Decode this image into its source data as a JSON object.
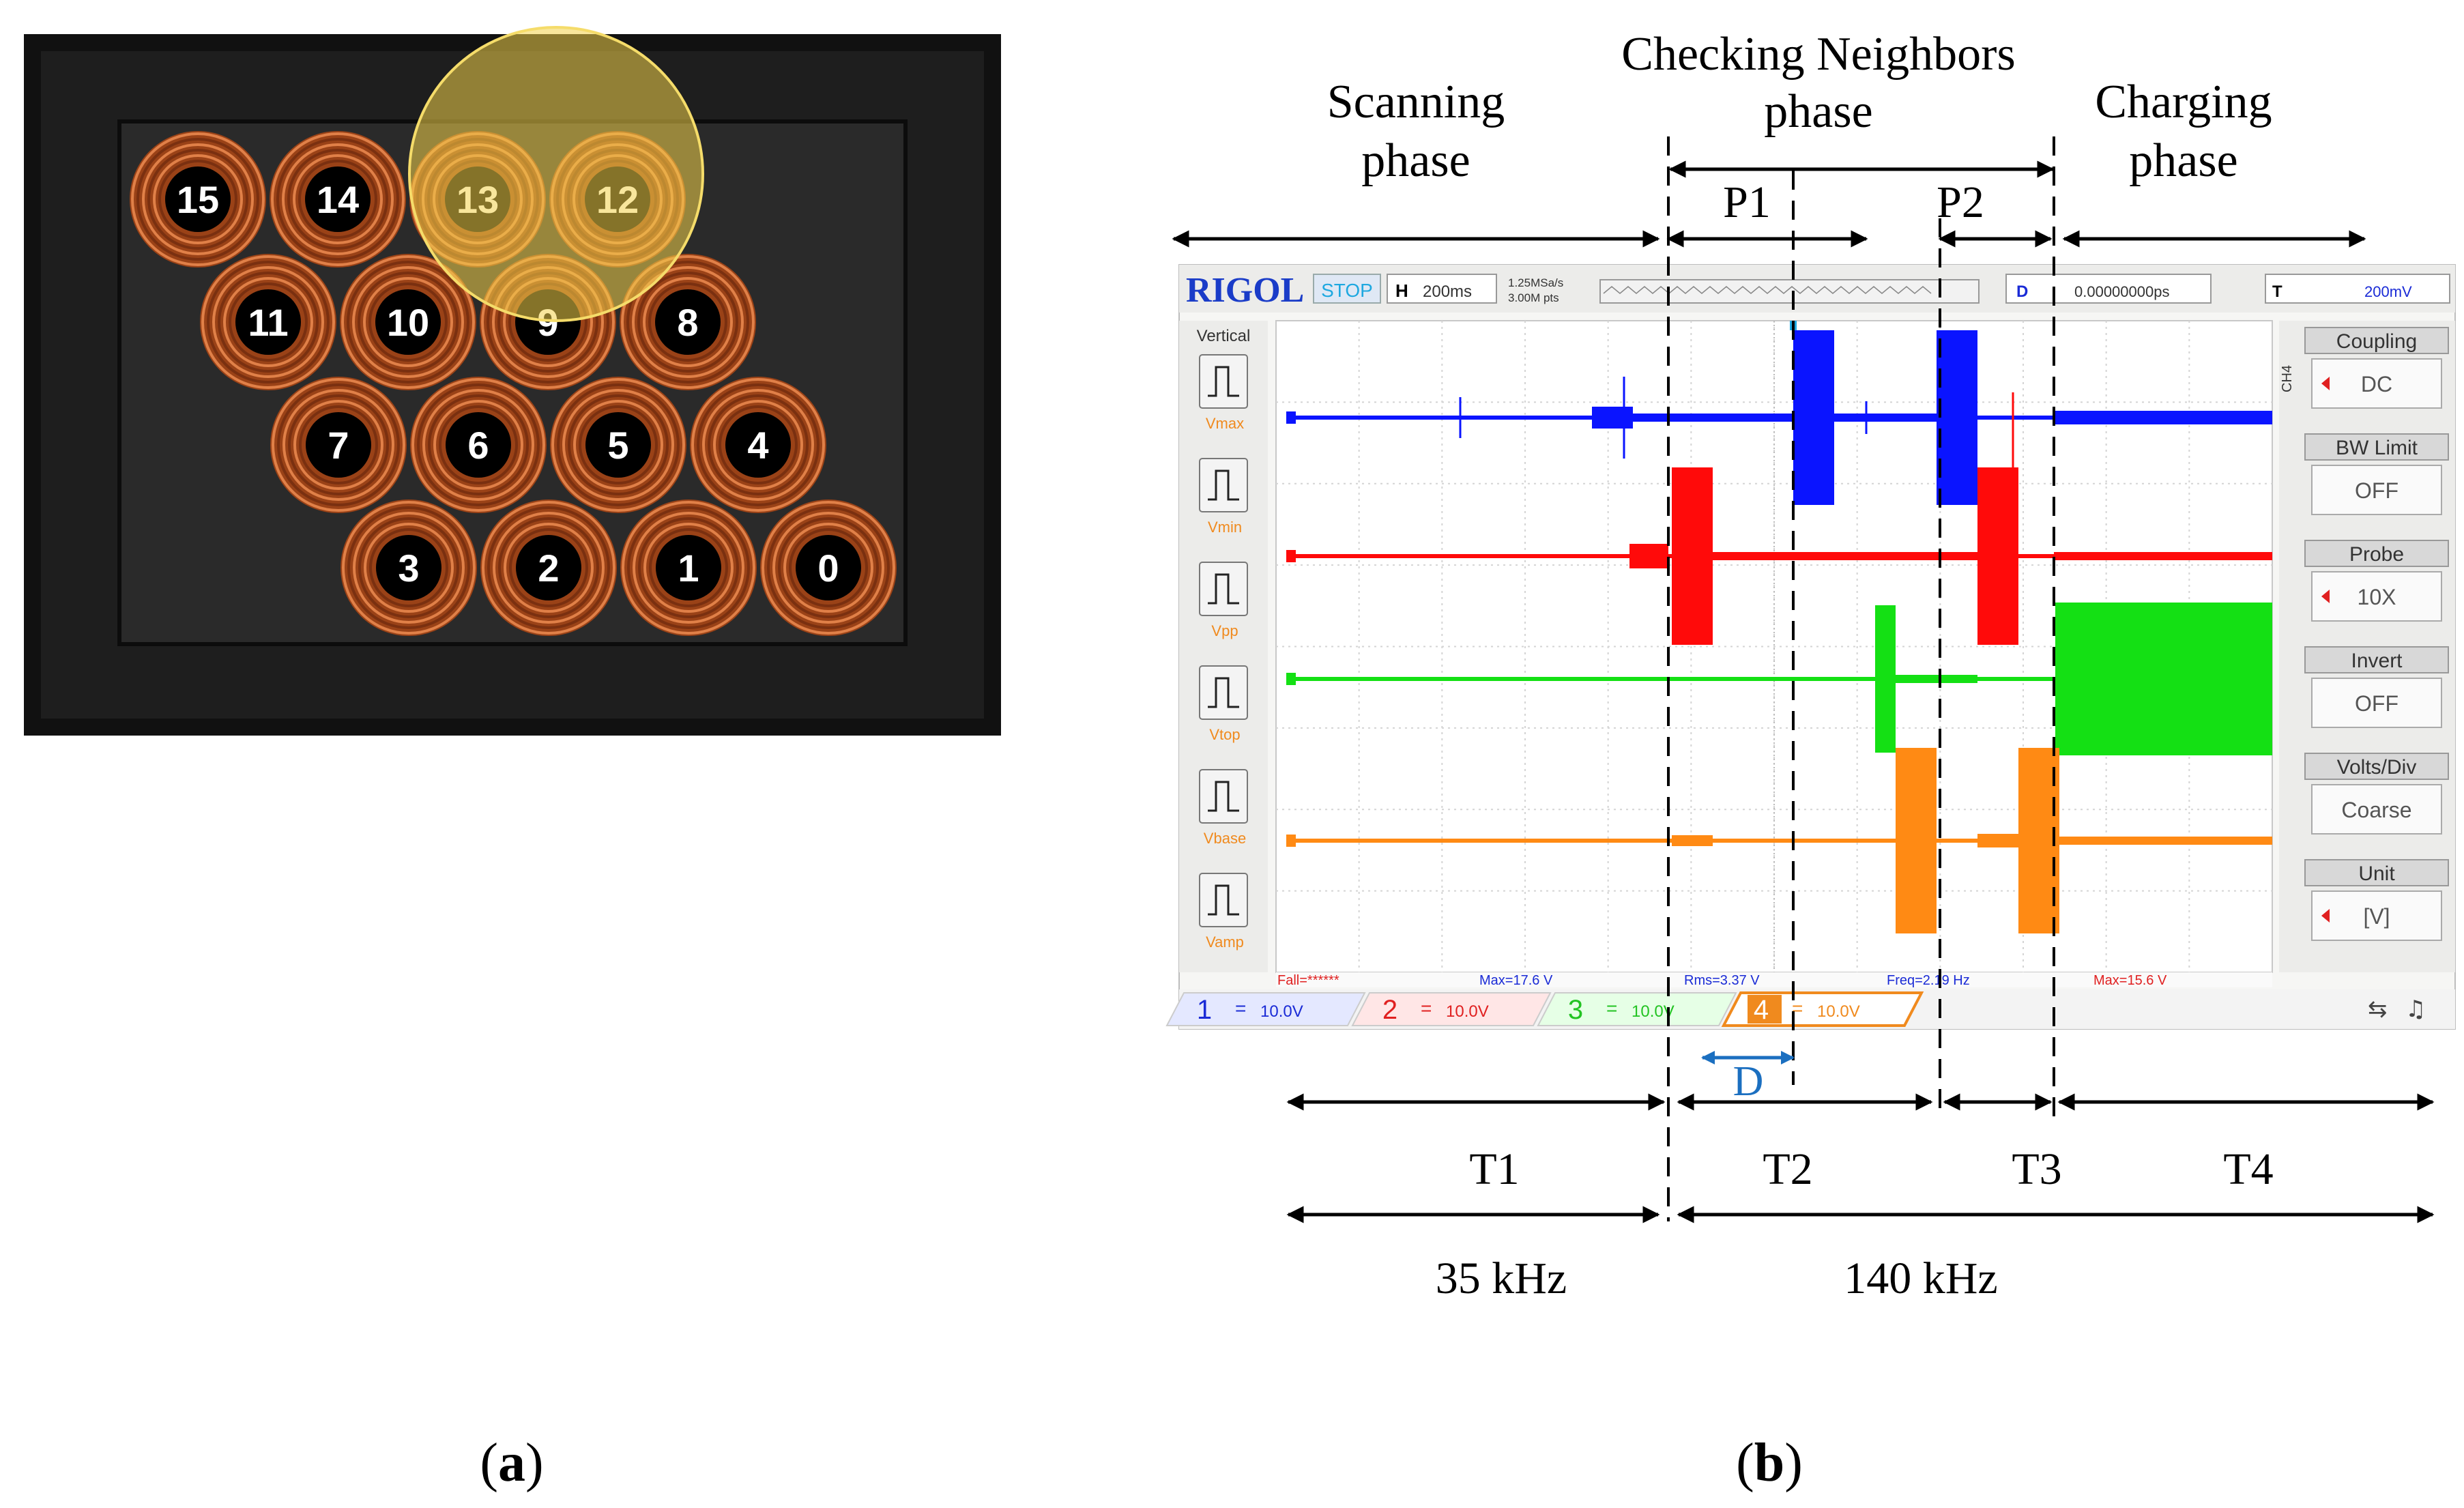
{
  "panel_a": {
    "coils": [
      {
        "label": "15",
        "row": 0,
        "col": 0
      },
      {
        "label": "14",
        "row": 0,
        "col": 1
      },
      {
        "label": "13",
        "row": 0,
        "col": 2
      },
      {
        "label": "12",
        "row": 0,
        "col": 3
      },
      {
        "label": "11",
        "row": 1,
        "col": 0
      },
      {
        "label": "10",
        "row": 1,
        "col": 1
      },
      {
        "label": "9",
        "row": 1,
        "col": 2
      },
      {
        "label": "8",
        "row": 1,
        "col": 3
      },
      {
        "label": "7",
        "row": 2,
        "col": 0
      },
      {
        "label": "6",
        "row": 2,
        "col": 1
      },
      {
        "label": "5",
        "row": 2,
        "col": 2
      },
      {
        "label": "4",
        "row": 2,
        "col": 3
      },
      {
        "label": "3",
        "row": 3,
        "col": 0
      },
      {
        "label": "2",
        "row": 3,
        "col": 1
      },
      {
        "label": "1",
        "row": 3,
        "col": 2
      },
      {
        "label": "0",
        "row": 3,
        "col": 3
      }
    ],
    "highlighted_coils": [
      "13",
      "12",
      "9"
    ],
    "colors": {
      "frame": "#141414",
      "board": "#2b2b2b",
      "coil": "#c8662d",
      "coil_dark": "#5a2a10",
      "highlight": "#f2d24a"
    }
  },
  "panel_b": {
    "phase_labels": {
      "scanning_1": "Scanning",
      "scanning_2": "phase",
      "checking_1": "Checking Neighbors",
      "checking_2": "phase",
      "charging_1": "Charging",
      "charging_2": "phase",
      "p1": "P1",
      "p2": "P2"
    },
    "bottom_labels": {
      "t1": "T1",
      "t2": "T2",
      "t3": "T3",
      "t4": "T4",
      "d": "D",
      "f1": "35 kHz",
      "f2": "140 kHz"
    },
    "scope": {
      "brand": "RIGOL",
      "status": "STOP",
      "h_mode": "H",
      "timebase": "200ms",
      "sample_rate": "1.25MSa/s",
      "points": "3.00M pts",
      "trig_delay_label": "D",
      "trig_delay": "0.00000000ps",
      "trig_mode": "T",
      "trig_level": "200mV",
      "vertical_label": "Vertical",
      "measure_buttons": [
        "Vmax",
        "Vmin",
        "Vpp",
        "Vtop",
        "Vbase",
        "Vamp"
      ],
      "channel_tag": "CH4",
      "menu": [
        {
          "title": "Coupling",
          "value": "DC"
        },
        {
          "title": "BW Limit",
          "value": "OFF"
        },
        {
          "title": "Probe",
          "value": "10X"
        },
        {
          "title": "Invert",
          "value": "OFF"
        },
        {
          "title": "Volts/Div",
          "value": "Coarse"
        },
        {
          "title": "Unit",
          "value": "[V]"
        }
      ],
      "measurements": [
        {
          "text": "Fall=******",
          "color": "#e02020"
        },
        {
          "text": "Max=17.6 V",
          "color": "#1a2bd6"
        },
        {
          "text": "Rms=3.37 V",
          "color": "#1a2bd6"
        },
        {
          "text": "Freq=2.19 Hz",
          "color": "#1a2bd6"
        },
        {
          "text": "Max=15.6 V",
          "color": "#e02020"
        }
      ],
      "channels": [
        {
          "num": "1",
          "scale": "10.0V",
          "color": "#1a2bd6",
          "bg": "#e4e8ff"
        },
        {
          "num": "2",
          "scale": "10.0V",
          "color": "#e02020",
          "bg": "#ffe6e6"
        },
        {
          "num": "3",
          "scale": "10.0V",
          "color": "#22c322",
          "bg": "#e6ffe6"
        },
        {
          "num": "4",
          "scale": "10.0V",
          "color": "#f08a1e",
          "bg": "#fff0dd"
        }
      ]
    },
    "colors": {
      "ch1": "#0a14ff",
      "ch2": "#ff0a0a",
      "ch3": "#14e014",
      "ch4": "#ff8a14",
      "annotation_blue": "#1b6fc0"
    }
  },
  "captions": {
    "a_open": "(",
    "a": "a",
    "a_close": ")",
    "b_open": "(",
    "b": "b",
    "b_close": ")"
  }
}
